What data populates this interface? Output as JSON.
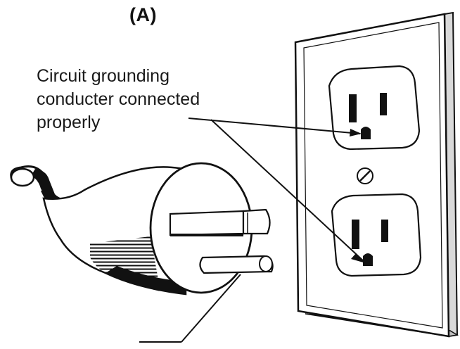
{
  "figure": {
    "label": "(A)",
    "callout_lines": [
      "Circuit grounding",
      "conducter connected",
      "properly"
    ]
  },
  "colors": {
    "ink": "#111111",
    "background": "#ffffff",
    "plate_shadow": "#d9d9d9"
  },
  "icons": {
    "plug": "three-prong-plug-icon",
    "outlet": "duplex-outlet-icon",
    "screw": "cover-plate-screw-icon"
  }
}
